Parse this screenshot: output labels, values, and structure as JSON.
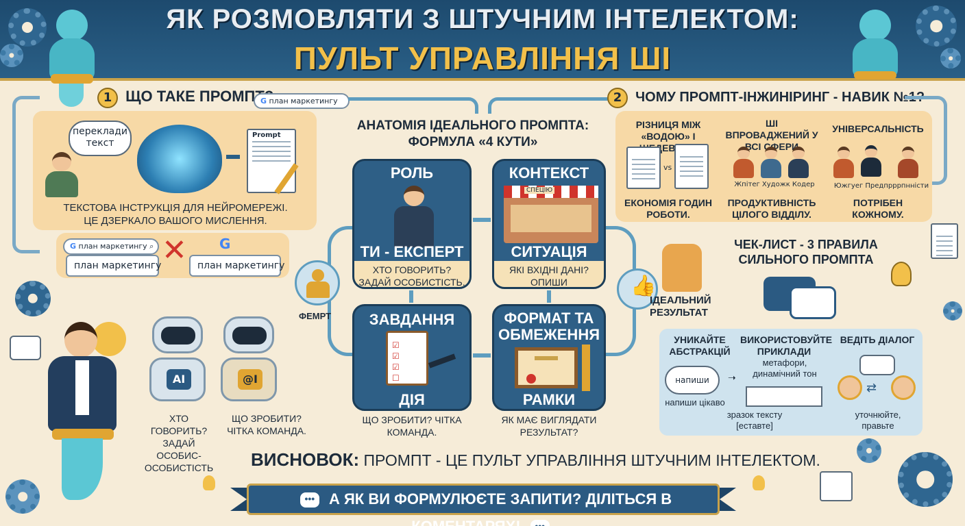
{
  "header": {
    "title_line1": "ЯК РОЗМОВЛЯТИ З ШТУЧНИМ ІНТЕЛЕКТОМ:",
    "title_line2": "ПУЛЬТ УПРАВЛІННЯ ШІ"
  },
  "section1": {
    "number": "1",
    "title": "ЩО ТАКЕ ПРОМПТ?",
    "search_example": "план маркетингу",
    "speech_bubble": "переклади текст",
    "doc_label": "Prompt",
    "description_line1": "ТЕКСТОВА ІНСТРУКЦІЯ ДЛЯ НЕЙРОМЕРЕЖІ.",
    "description_line2": "ЦЕ ДЗЕРКАЛО ВАШОГО МИСЛЕННЯ.",
    "search_query_small": "план маркетингу",
    "left_result": "план маркетингу",
    "right_result": "план маркетингу"
  },
  "section2": {
    "number": "2",
    "title": "ЧОМУ ПРОМПТ-ІНЖИНІРИНГ - НАВИК №1?",
    "columns": [
      {
        "heading": "РІЗНИЦЯ МІЖ «ВОДОЮ» І ШЕДЕВРОМ",
        "vs": "vs",
        "caption": "ЕКОНОМІЯ ГОДИН РОБОТИ."
      },
      {
        "heading": "ШІ ВПРОВАДЖЕНИЙ У ВСІ СФЕРИ",
        "roles": "Жпітег  Художк  Кодер",
        "caption": "ПРОДУКТИВНІСТЬ ЦІЛОГО ВІДДІЛУ."
      },
      {
        "heading": "УНІВЕРСАЛЬНІСТЬ",
        "roles": "Южгуег  Предпрррпнністи",
        "caption": "ПОТРІБЕН КОЖНОМУ."
      }
    ]
  },
  "anatomy": {
    "title_line1": "АНАТОМІЯ ІДЕАЛЬНОГО ПРОМПТА:",
    "title_line2": "ФОРМУЛА «4 КУТИ»",
    "cards": [
      {
        "title": "РОЛЬ",
        "label": "ТИ - ЕКСПЕРТ",
        "caption": "ХТО ГОВОРИТЬ? ЗАДАЙ ОСОБИСТІСТЬ."
      },
      {
        "title": "КОНТЕКСТ",
        "label": "СИТУАЦІЯ",
        "caption": "ЯКІ ВХІДНІ ДАНІ? ОПИШИ ОБСТАВИНИ.",
        "shop_sign": "СПЕЦІЮ"
      },
      {
        "title": "ЗАВДАННЯ",
        "label": "ДІЯ",
        "caption": "ЩО ЗРОБИТИ? ЧІТКА КОМАНДА."
      },
      {
        "title": "ФОРМАТ ТА ОБМЕЖЕННЯ",
        "label": "РАМКИ",
        "caption": "ЯК МАЄ ВИГЛЯДАТИ РЕЗУЛЬТАТ?"
      }
    ],
    "left_loop_label": "ФЕМРТ",
    "result_label": "ІДЕАЛЬНИЙ РЕЗУЛЬТАТ"
  },
  "robots": {
    "robot1_badge": "AI",
    "robot2_badge": "@I",
    "caption1_line1": "ХТО ГОВОРИТЬ?",
    "caption1_line2": "ЗАДАЙ ОСОБИС-",
    "caption1_line3": "ОСОБИСТІСТЬ",
    "caption2_line1": "ЩО ЗРОБИТИ?",
    "caption2_line2": "ЧІТКА КОМАНДА."
  },
  "checklist": {
    "title_line1": "ЧЕК-ЛИСТ - 3 ПРАВИЛА",
    "title_line2": "СИЛЬНОГО ПРОМПТА",
    "rules": [
      {
        "heading": "УНИКАЙТЕ АБСТРАКЦІЙ",
        "cloud": "напиши",
        "sub": "напиши цікаво"
      },
      {
        "heading": "ВИКОРИСТОВУЙТЕ ПРИКЛАДИ",
        "sub_top": "метафори, динамічний тон",
        "sub": "зразок тексту [еставте]"
      },
      {
        "heading": "ВЕДІТЬ ДІАЛОГ",
        "sub": "уточнюйте, правьте"
      }
    ]
  },
  "conclusion": {
    "label": "ВИСНОВОК:",
    "text": "ПРОМПТ - ЦЕ ПУЛЬТ УПРАВЛІННЯ ШТУЧНИМ ІНТЕЛЕКТОМ."
  },
  "footer": {
    "cta": "А ЯК ВИ ФОРМУЛЮЄТЕ ЗАПИТИ? ДІЛІТЬСЯ В КОМЕНТАРЯХ!",
    "bubble": "•••"
  },
  "colors": {
    "header_bg": "#1d4a6e",
    "title_gold": "#f2c04a",
    "card_blue": "#2e5f86",
    "panel_peach": "#f7d9a6",
    "panel_blue": "#cfe3ee",
    "accent_red": "#d0342c"
  }
}
